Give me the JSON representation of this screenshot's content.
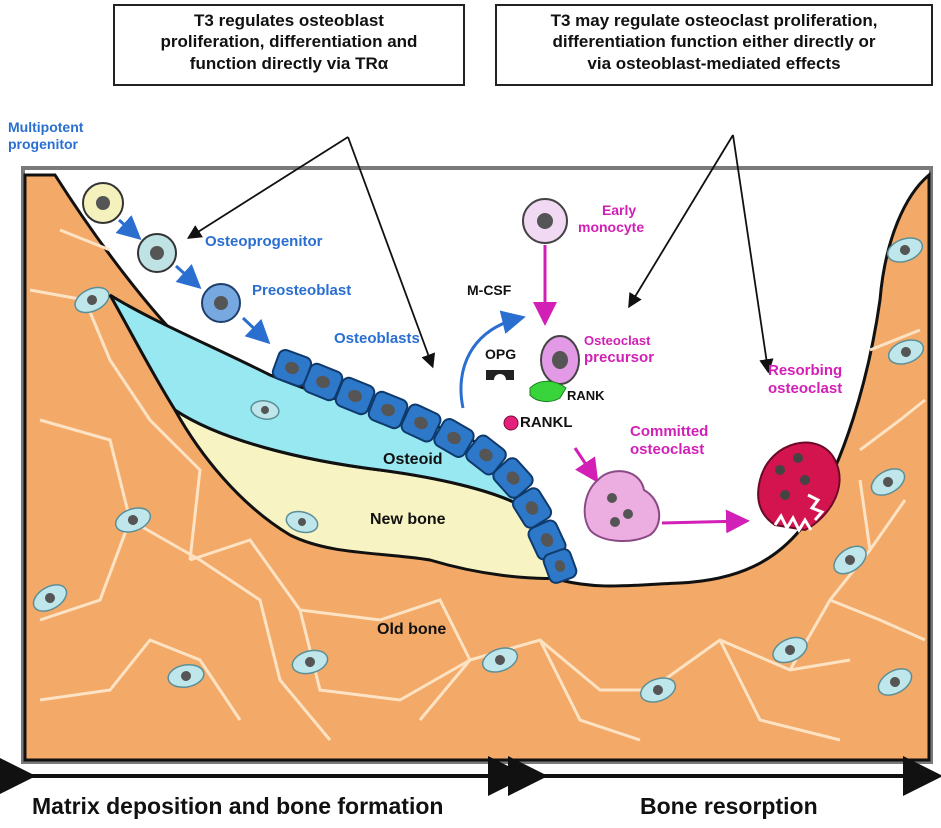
{
  "callouts": {
    "left": [
      "T3 regulates osteoblast",
      "proliferation, differentiation and",
      "function directly via TRα"
    ],
    "right": [
      "T3 may regulate osteoclast proliferation,",
      "differentiation function either directly or",
      "via osteoblast-mediated effects"
    ]
  },
  "labels": {
    "multipotent": [
      "Multipotent",
      "progenitor"
    ],
    "osteoprogenitor": "Osteoprogenitor",
    "preosteoblast": "Preosteoblast",
    "osteoblasts": "Osteoblasts",
    "osteoid": "Osteoid",
    "new_bone": "New bone",
    "old_bone": "Old bone",
    "early_monocyte": [
      "Early",
      "monocyte"
    ],
    "mcsf": "M-CSF",
    "opg": "OPG",
    "osteoclast_precursor": [
      "Osteoclast",
      "precursor"
    ],
    "rank": "RANK",
    "rankl": "RANKL",
    "committed_osteoclast": [
      "Committed",
      "osteoclast"
    ],
    "resorbing_osteoclast": [
      "Resorbing",
      "osteoclast"
    ]
  },
  "bottom": {
    "left": "Matrix deposition and bone formation",
    "right": "Bone resorption"
  },
  "colors": {
    "bone": "#f3a968",
    "bone_lines": "#fde3c4",
    "osteoid": "#98e8f2",
    "new_bone": "#f8f3c2",
    "osteoblast": "#2d78c8",
    "osteocyte": "#bfe6ea",
    "label_blue": "#2a6fd0",
    "label_magenta": "#d21fb6",
    "resorbing": "#d4144f"
  }
}
